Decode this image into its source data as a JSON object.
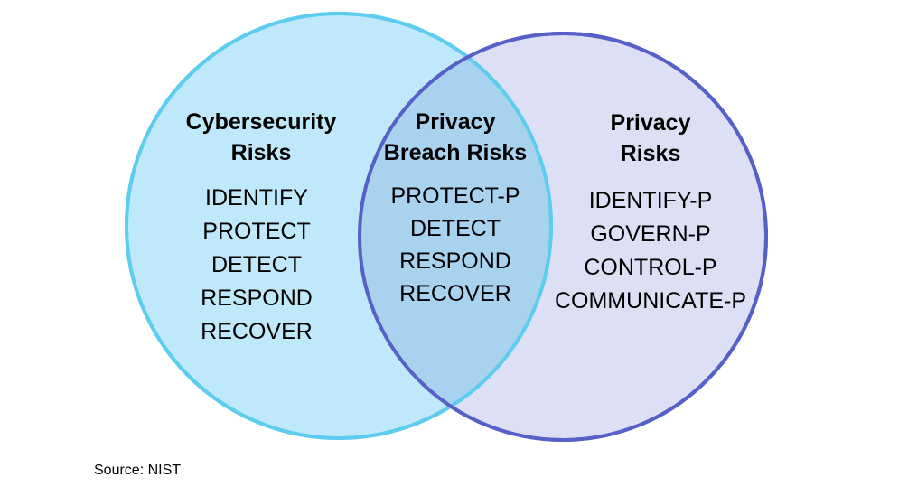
{
  "colors": {
    "cyber_fill": "#bfe9fa",
    "cyber_stroke": "#5ccdee",
    "privacy_fill": "#dde0f5",
    "privacy_stroke": "#5560c8",
    "overlap_fill": "#a9d2ee"
  },
  "cyber": {
    "title_line1": "Cybersecurity",
    "title_line2": "Risks",
    "items": [
      "IDENTIFY",
      "PROTECT",
      "DETECT",
      "RESPOND",
      "RECOVER"
    ]
  },
  "overlap": {
    "title_line1": "Privacy",
    "title_line2": "Breach Risks",
    "items": [
      "PROTECT-P",
      "DETECT",
      "RESPOND",
      "RECOVER"
    ]
  },
  "privacy": {
    "title_line1": "Privacy",
    "title_line2": "Risks",
    "items": [
      "IDENTIFY-P",
      "GOVERN-P",
      "CONTROL-P",
      "COMMUNICATE-P"
    ]
  },
  "source": "Source: NIST"
}
